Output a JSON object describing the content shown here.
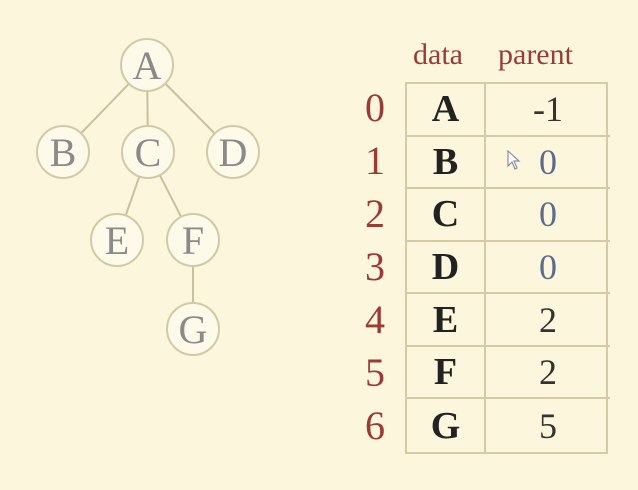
{
  "tree": {
    "nodes": [
      "A",
      "B",
      "C",
      "D",
      "E",
      "F",
      "G"
    ],
    "edges": [
      [
        "A",
        "B"
      ],
      [
        "A",
        "C"
      ],
      [
        "A",
        "D"
      ],
      [
        "C",
        "E"
      ],
      [
        "C",
        "F"
      ],
      [
        "F",
        "G"
      ]
    ]
  },
  "table": {
    "headers": {
      "data": "data",
      "parent": "parent"
    },
    "rows": [
      {
        "index": "0",
        "data": "A",
        "parent": "-1"
      },
      {
        "index": "1",
        "data": "B",
        "parent": "0"
      },
      {
        "index": "2",
        "data": "C",
        "parent": "0"
      },
      {
        "index": "3",
        "data": "D",
        "parent": "0"
      },
      {
        "index": "4",
        "data": "E",
        "parent": "2"
      },
      {
        "index": "5",
        "data": "F",
        "parent": "2"
      },
      {
        "index": "6",
        "data": "G",
        "parent": "5"
      }
    ]
  },
  "colors": {
    "background": "#fbf6dc",
    "index_text": "#9a3b35",
    "header_text": "#9a3b35",
    "node_text": "#8a8a8a",
    "parent_blue": "#5c6b8e"
  }
}
